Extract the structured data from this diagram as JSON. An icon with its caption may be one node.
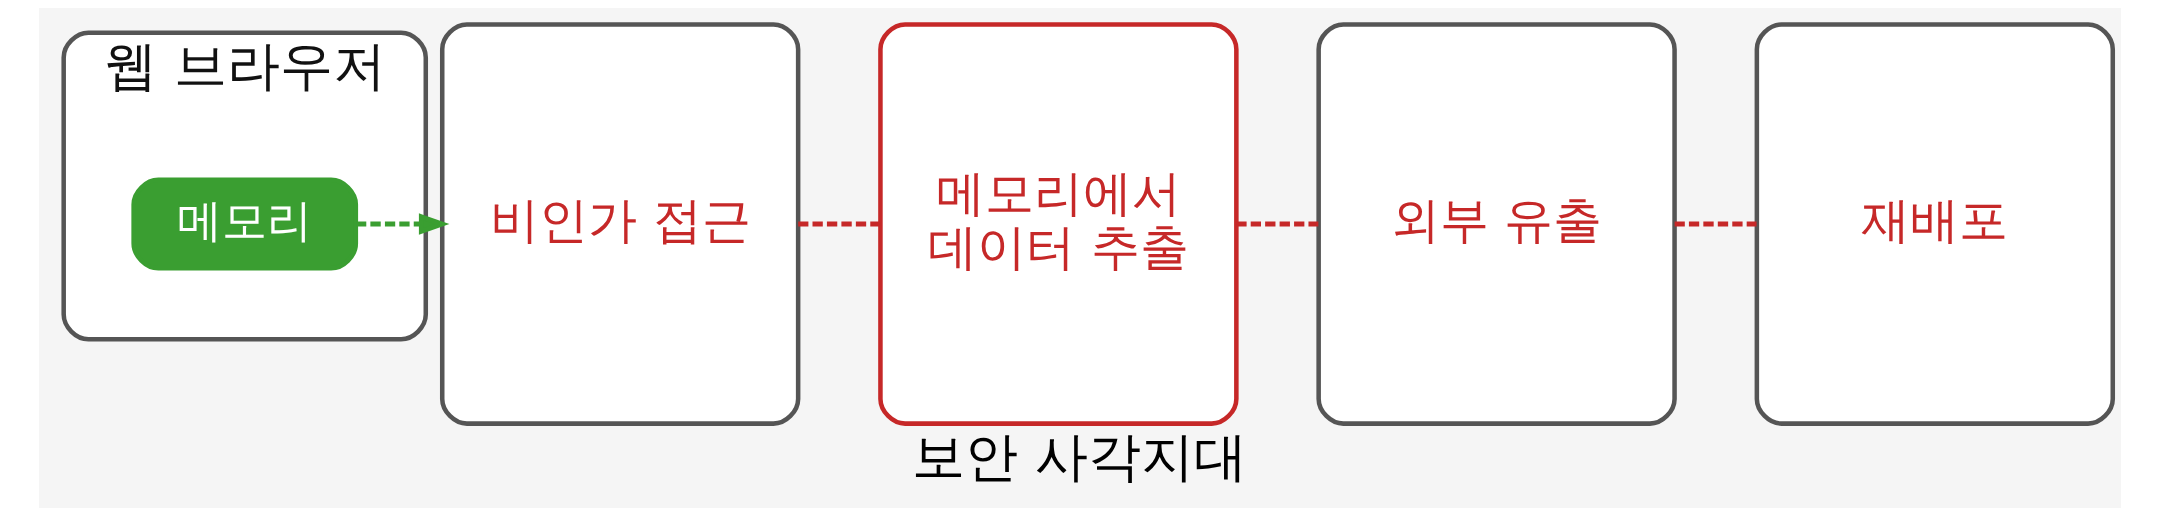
{
  "diagram": {
    "caption": "보안 사각지대",
    "nodes": [
      {
        "text": [
          "웹 브라우저"
        ]
      },
      {
        "text": [
          "메모리"
        ],
        "in": 0
      },
      {
        "text": [
          "비인가 접근"
        ]
      },
      {
        "text": [
          "메모리에서 데이터 추출"
        ]
      },
      {
        "text": [
          "외부 유출"
        ]
      },
      {
        "text": [
          "재배포"
        ]
      }
    ],
    "edges": [
      {
        "from": 1,
        "to": 2,
        "arrow": "to",
        "style": "dashed",
        "color": "#3a9e31"
      },
      {
        "from": 2,
        "to": 3,
        "arrow": "none",
        "style": "dashed"
      },
      {
        "from": 3,
        "to": 4,
        "arrow": "none",
        "style": "dashed"
      },
      {
        "from": 4,
        "to": 5,
        "arrow": "none",
        "style": "dashed"
      }
    ]
  }
}
